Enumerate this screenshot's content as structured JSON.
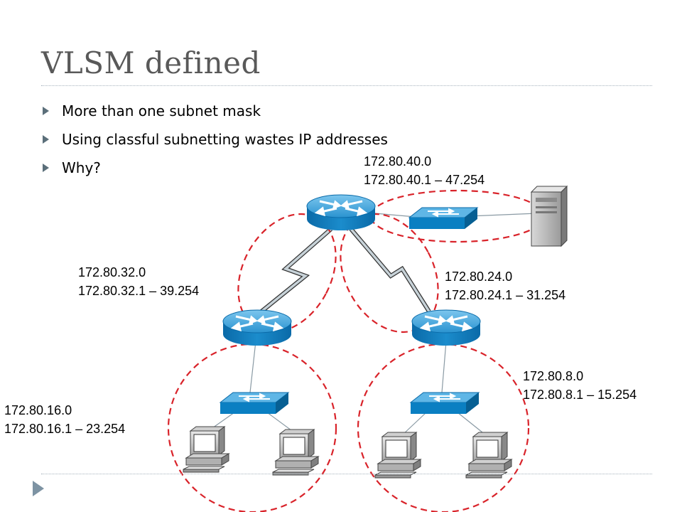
{
  "slide": {
    "title": "VLSM defined",
    "bullets": [
      "More than one subnet mask",
      "Using classful subnetting wastes IP addresses",
      "Why?"
    ]
  },
  "subnets": [
    {
      "network": "172.80.40.0",
      "range": "172.80.40.1 – 47.254"
    },
    {
      "network": "172.80.32.0",
      "range": "172.80.32.1 – 39.254"
    },
    {
      "network": "172.80.24.0",
      "range": "172.80.24.1 – 31.254"
    },
    {
      "network": "172.80.8.0",
      "range": "172.80.8.1 – 15.254"
    },
    {
      "network": "172.80.16.0",
      "range": "172.80.16.1 – 23.254"
    }
  ],
  "colors": {
    "device_blue": "#0a7fc2",
    "device_top": "#5fb6e6",
    "subnet_outline": "#d9232a",
    "link_gray": "#8a9aa4"
  },
  "icons": [
    "router-icon",
    "switch-icon",
    "server-icon",
    "workstation-icon",
    "serial-link-icon",
    "next-slide-icon"
  ]
}
